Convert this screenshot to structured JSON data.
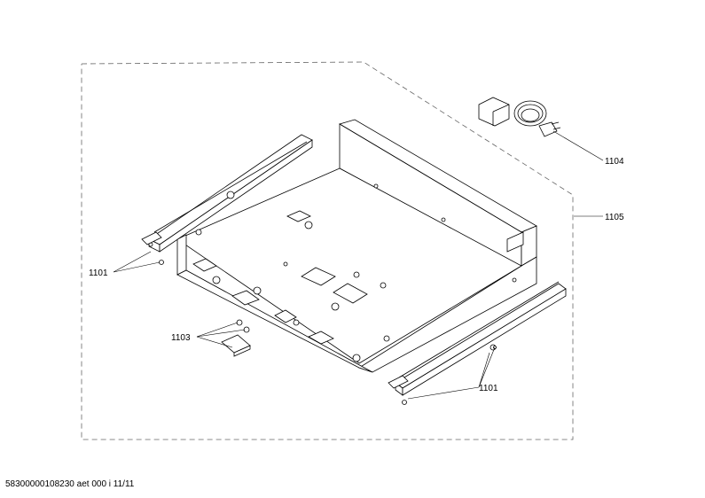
{
  "callouts": {
    "drawer_runner_left": "1101",
    "drawer_runner_right": "1101",
    "bracket_kit": "1103",
    "power_cable": "1104",
    "drawer_assembly": "1105"
  },
  "footer": {
    "document_code": "58300000108230 aet 000 i 11/11"
  }
}
